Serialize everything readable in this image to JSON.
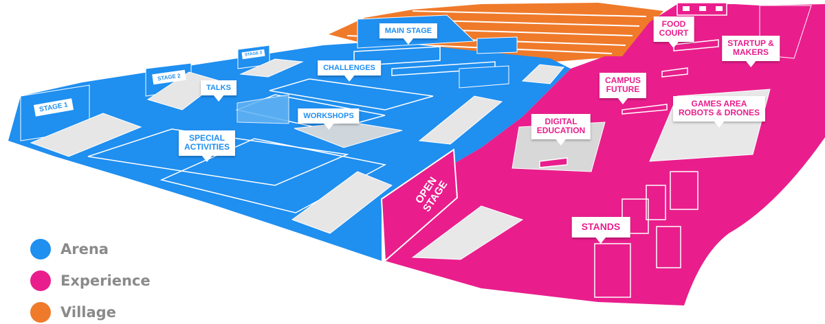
{
  "zones": {
    "arena": {
      "label": "Arena",
      "color": "#1f8ff0"
    },
    "experience": {
      "label": "Experience",
      "color": "#e91e8c"
    },
    "village": {
      "label": "Village",
      "color": "#ef7a2a"
    }
  },
  "labels": {
    "main_stage": "MAIN STAGE",
    "stage_1": "STAGE 1",
    "stage_2": "STAGE 2",
    "stage_3": "STAGE 3",
    "talks": "TALKS",
    "challenges": "CHALLENGES",
    "workshops": "WORKSHOPS",
    "special_activities": [
      "SPECIAL",
      "ACTIVITIES"
    ],
    "open_stage": [
      "OPEN",
      "STAGE"
    ],
    "food_court": [
      "FOOD",
      "COURT"
    ],
    "startup_makers": [
      "STARTUP &",
      "MAKERS"
    ],
    "campus_future": [
      "CAMPUS",
      "FUTURE"
    ],
    "games_area": [
      "GAMES AREA",
      "ROBOTS & DRONES"
    ],
    "digital_education": [
      "DIGITAL",
      "EDUCATION"
    ],
    "stands": "STANDS"
  }
}
